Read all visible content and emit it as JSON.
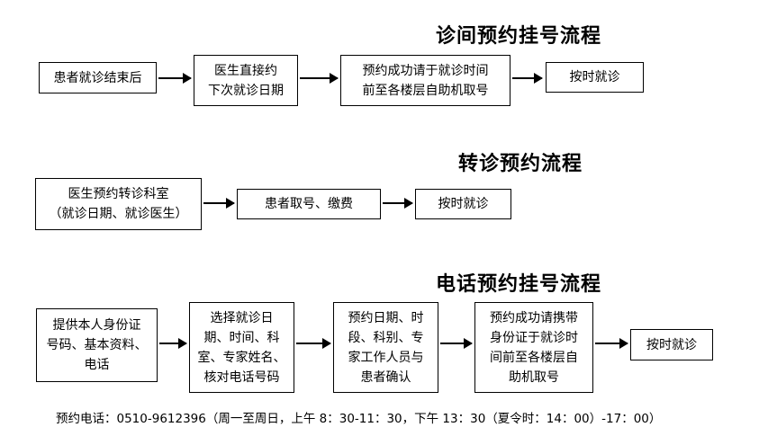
{
  "sections": [
    {
      "title": "诊间预约挂号流程",
      "steps": [
        "患者就诊结束后",
        "医生直接约\n下次就诊日期",
        "预约成功请于就诊时间\n前至各楼层自助机取号",
        "按时就诊"
      ]
    },
    {
      "title": "转诊预约流程",
      "steps": [
        "医生预约转诊科室\n（就诊日期、就诊医生）",
        "患者取号、缴费",
        "按时就诊"
      ]
    },
    {
      "title": "电话预约挂号流程",
      "steps": [
        "提供本人身份证\n号码、基本资料、\n电话",
        "选择就诊日\n期、时间、科\n室、专家姓名、\n核对电话号码",
        "预约日期、时\n段、科别、专\n家工作人员与\n患者确认",
        "预约成功请携带\n身份证于就诊时\n间前至各楼层自\n助机取号",
        "按时就诊"
      ]
    }
  ],
  "footer": "预约电话：0510-9612396（周一至周日，上午 8：30-11：30，下午 13：30（夏令时：14：00）-17：00）"
}
